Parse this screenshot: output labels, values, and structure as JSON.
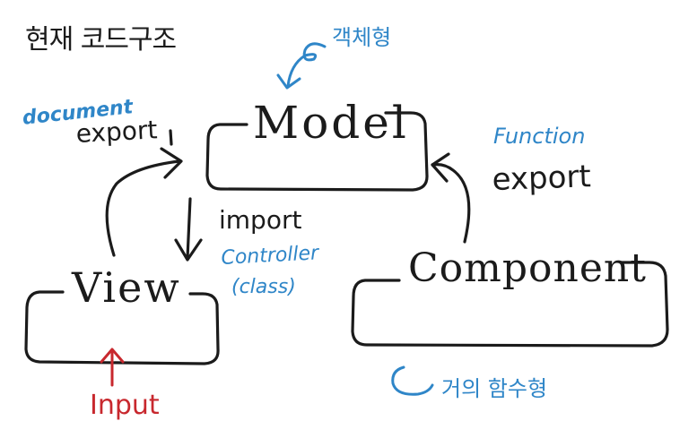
{
  "title": "현재 코드구조",
  "nodes": {
    "model": "Model",
    "view": "View",
    "component": "Component"
  },
  "annotations": {
    "model_style": "객체형",
    "view_export_kind": "document",
    "view_export": "export",
    "component_export_kind": "Function",
    "component_export": "export",
    "import": "import",
    "controller": "Controller",
    "controller_class": "(class)",
    "input": "Input",
    "component_style": "거의 함수형"
  },
  "colors": {
    "ink": "#1b1b1b",
    "blue": "#2f86c8",
    "red": "#c8282e"
  }
}
